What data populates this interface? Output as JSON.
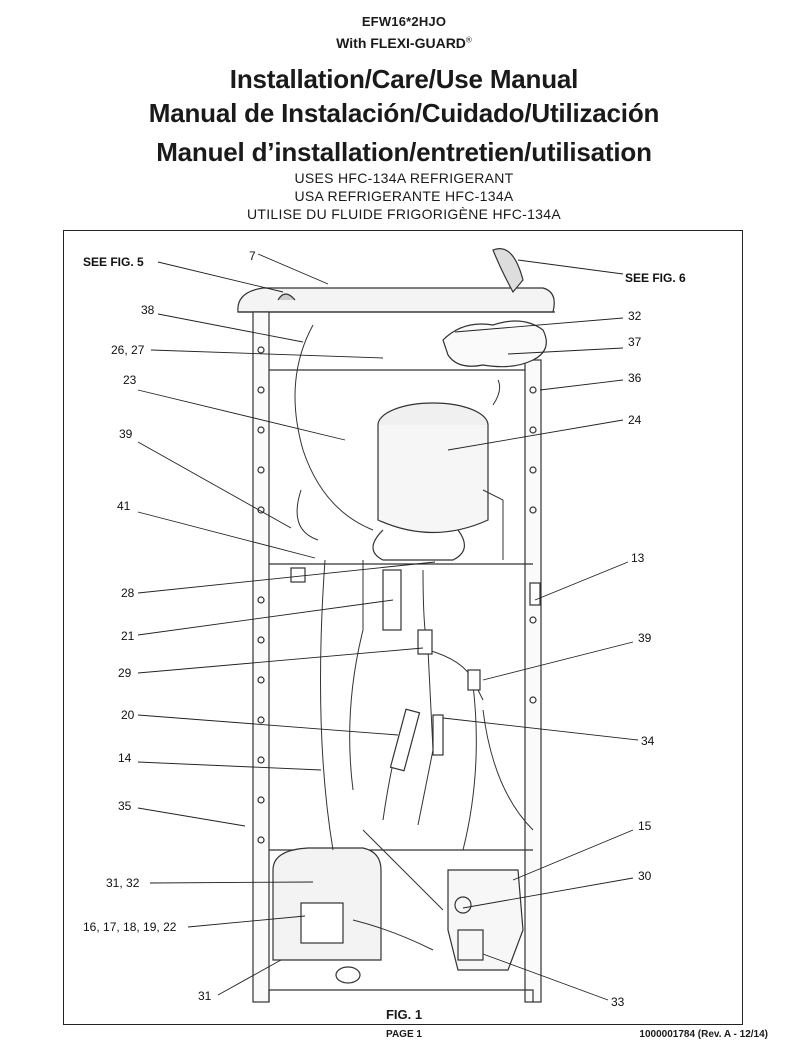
{
  "header": {
    "model": "EFW16*2HJO",
    "with_text": "With FLEXI-GUARD",
    "registered_mark": "®"
  },
  "titles": {
    "en": "Installation/Care/Use Manual",
    "es": "Manual de Instalación/Cuidado/Utilización",
    "fr": "Manuel d’installation/entretien/utilisation"
  },
  "subtitles": {
    "en": "USES HFC-134A REFRIGERANT",
    "es": "USA REFRIGERANTE HFC-134A",
    "fr": "UTILISE DU FLUIDE FRIGORIGÈNE HFC-134A"
  },
  "callouts": {
    "see_fig5": "SEE FIG. 5",
    "see_fig6": "SEE FIG. 6",
    "c7": "7",
    "c38": "38",
    "c32_top": "32",
    "c26_27": "26, 27",
    "c37": "37",
    "c23": "23",
    "c36": "36",
    "c24": "24",
    "c39_left": "39",
    "c41": "41",
    "c13": "13",
    "c28": "28",
    "c21": "21",
    "c39_right": "39",
    "c29": "29",
    "c20": "20",
    "c34": "34",
    "c14": "14",
    "c35": "35",
    "c15": "15",
    "c30": "30",
    "c31_32": "31, 32",
    "c16_22": "16, 17, 18, 19, 22",
    "c31": "31",
    "c33": "33"
  },
  "footer": {
    "figure_label": "FIG. 1",
    "page": "PAGE 1",
    "doc_number": "1000001784 (Rev. A - 12/14)"
  }
}
